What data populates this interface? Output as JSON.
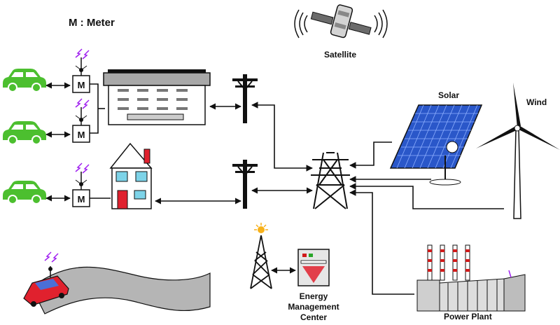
{
  "legend": {
    "meter_key": "M : Meter"
  },
  "meter": {
    "glyph": "M"
  },
  "labels": {
    "satellite": "Satellite",
    "solar": "Solar",
    "wind": "Wind",
    "power_plant": "Power Plant",
    "emc_line1": "Energy",
    "emc_line2": "Management",
    "emc_line3": "Center"
  },
  "colors": {
    "car": "#4cbf2f",
    "solar_panel": "#2a57c9",
    "signal": "#a020f0",
    "window": "#7dd3e8",
    "chimney_stripe": "#d11a1a",
    "red_car": "#e0212e"
  }
}
